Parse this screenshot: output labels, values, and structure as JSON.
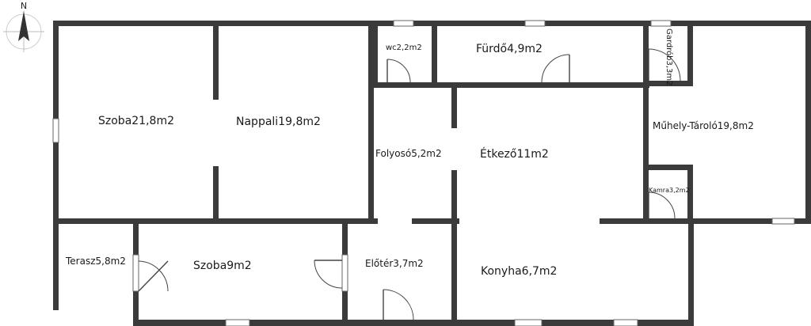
{
  "compass": {
    "north_label": "N"
  },
  "rooms": [
    {
      "id": "szoba-large",
      "label": "Szoba21,8m2"
    },
    {
      "id": "nappali",
      "label": "Nappali19,8m2"
    },
    {
      "id": "wc",
      "label": "wc2,2m2"
    },
    {
      "id": "furdo",
      "label": "Fürdő4,9m2"
    },
    {
      "id": "gardrob",
      "label": "Gardrób3,3m2"
    },
    {
      "id": "muhely",
      "label": "Műhely-Tároló19,8m2"
    },
    {
      "id": "folyoso",
      "label": "Folyosó5,2m2"
    },
    {
      "id": "etkezo",
      "label": "Étkező11m2"
    },
    {
      "id": "kamra",
      "label": "Kamra3,2m2"
    },
    {
      "id": "terasz",
      "label": "Terasz5,8m2"
    },
    {
      "id": "szoba-small",
      "label": "Szoba9m2"
    },
    {
      "id": "eloter",
      "label": "Előtér3,7m2"
    },
    {
      "id": "konyha",
      "label": "Konyha6,7m2"
    }
  ]
}
